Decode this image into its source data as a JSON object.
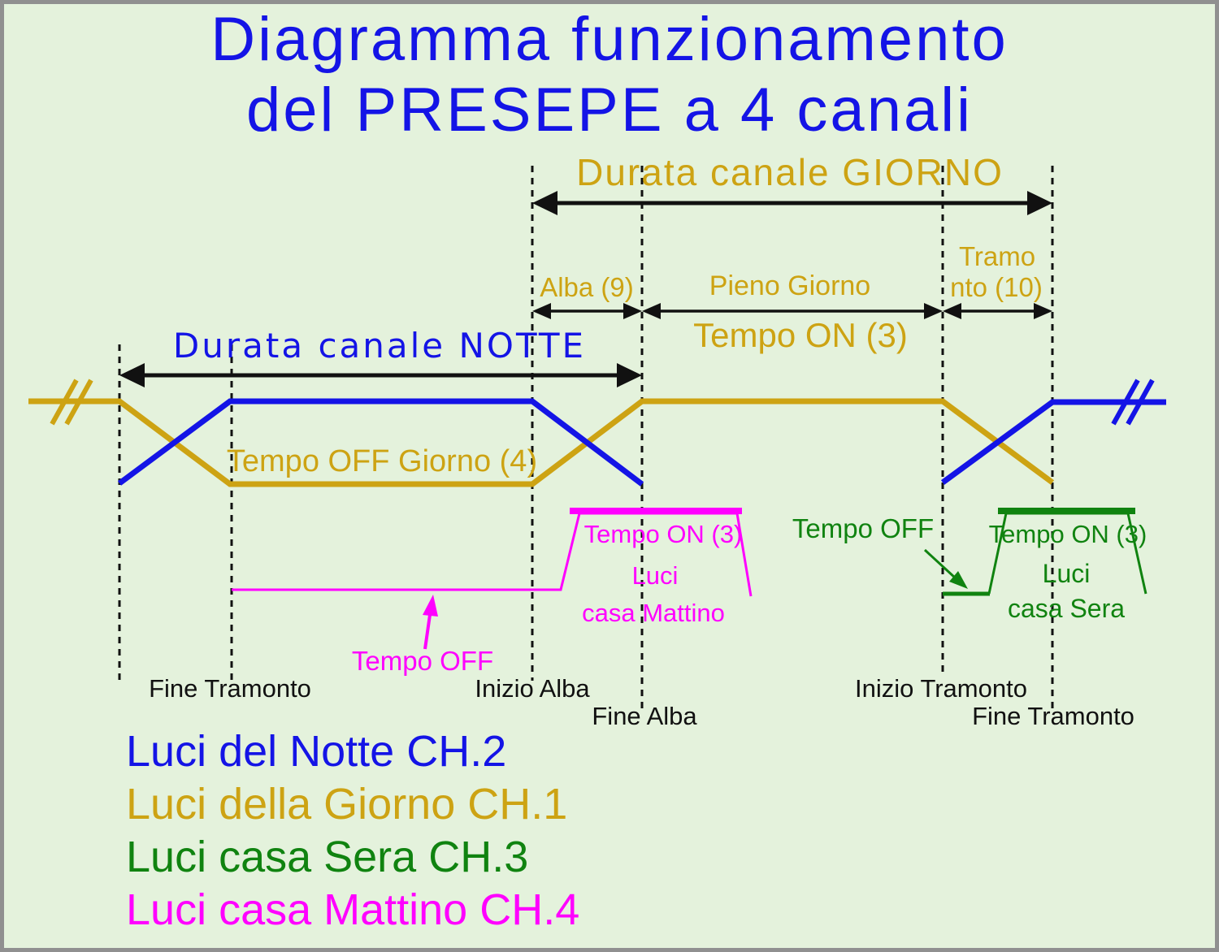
{
  "title": {
    "line1": "Diagramma funzionamento",
    "line2": "del PRESEPE a 4 canali"
  },
  "durations": {
    "giorno": "Durata canale GIORNO",
    "notte": "Durata canale NOTTE"
  },
  "day_phases": {
    "alba": "Alba (9)",
    "pieno_giorno": "Pieno Giorno",
    "tramonto_line1": "Tramo",
    "tramonto_line2": "nto (10)",
    "tempo_on": "Tempo ON (3)",
    "tempo_off": "Tempo OFF Giorno (4)"
  },
  "casa_mattino": {
    "tempo_on": "Tempo ON (3)",
    "luci_line1": "Luci",
    "luci_line2": "casa Mattino",
    "tempo_off": "Tempo OFF"
  },
  "casa_sera": {
    "tempo_on": "Tempo ON (3)",
    "luci_line1": "Luci",
    "luci_line2": "casa Sera",
    "tempo_off": "Tempo OFF"
  },
  "timeline_labels": {
    "fine_tramonto_left": "Fine Tramonto",
    "inizio_alba": "Inizio Alba",
    "fine_alba": "Fine Alba",
    "inizio_tramonto": "Inizio Tramonto",
    "fine_tramonto_right": "Fine Tramonto"
  },
  "legend": {
    "notte": "Luci del Notte CH.2",
    "giorno": "Luci della Giorno CH.1",
    "sera": "Luci casa Sera CH.3",
    "mattino": "Luci casa Mattino CH.4"
  },
  "colors": {
    "notte": "#1414e6",
    "giorno": "#cda313",
    "sera": "#108310",
    "mattino": "#ff00ff",
    "marks": "#111111",
    "background": "#e4f2dc",
    "border": "#909090"
  }
}
